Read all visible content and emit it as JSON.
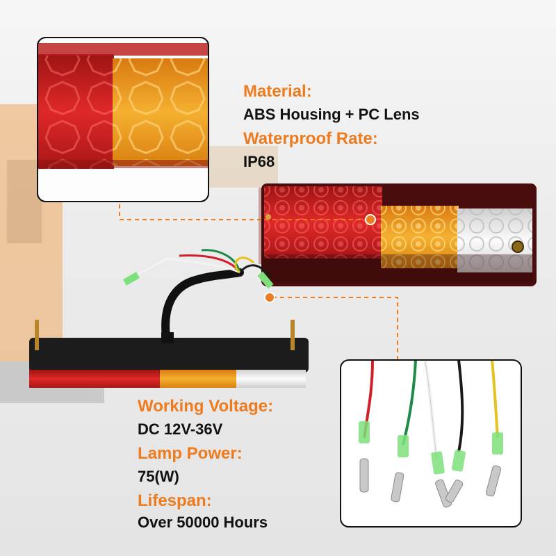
{
  "specs_top": [
    {
      "label": "Material:",
      "value": "ABS Housing + PC Lens"
    },
    {
      "label": "Waterproof Rate:",
      "value": "IP68"
    }
  ],
  "specs_bottom": [
    {
      "label": "Working Voltage:",
      "value": "DC 12V-36V"
    },
    {
      "label": "Lamp Power:",
      "value": "75(W)"
    },
    {
      "label": "Lifespan:",
      "value": "Over 50000 Hours"
    }
  ],
  "colors": {
    "accent": "#ee7b1e",
    "text": "#111111",
    "lens_red": "#d42020",
    "lens_amber": "#f0a020",
    "lens_clear": "#eeeeee",
    "wire_red": "#d0202a",
    "wire_green": "#1e8a4a",
    "wire_white": "#f2f2f2",
    "wire_black": "#1a1a1a",
    "wire_yellow": "#e6c21e",
    "connector": "#7ee07a"
  }
}
